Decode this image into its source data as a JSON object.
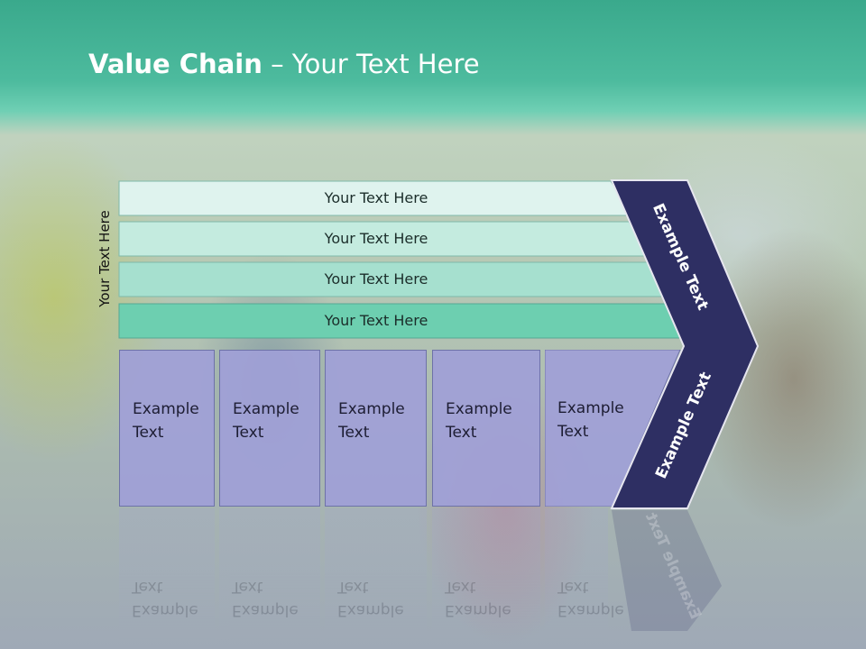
{
  "title": {
    "bold": "Value Chain",
    "rest": " – Your Text Here"
  },
  "side_label": "Your Text Here",
  "bands": [
    {
      "label": "Your Text Here",
      "color": "#dff3ee"
    },
    {
      "label": "Your Text Here",
      "color": "#c4ebdf"
    },
    {
      "label": "Your Text Here",
      "color": "#a6e0cf"
    },
    {
      "label": "Your Text Here",
      "color": "#6dcfb0"
    }
  ],
  "columns": [
    {
      "label": "Example\nText"
    },
    {
      "label": "Example\nText"
    },
    {
      "label": "Example\nText"
    },
    {
      "label": "Example\nText"
    },
    {
      "label": "Example\nText"
    }
  ],
  "chevron": {
    "upper_label": "Example Text",
    "lower_label": "Example Text",
    "color": "#2e2f63"
  }
}
